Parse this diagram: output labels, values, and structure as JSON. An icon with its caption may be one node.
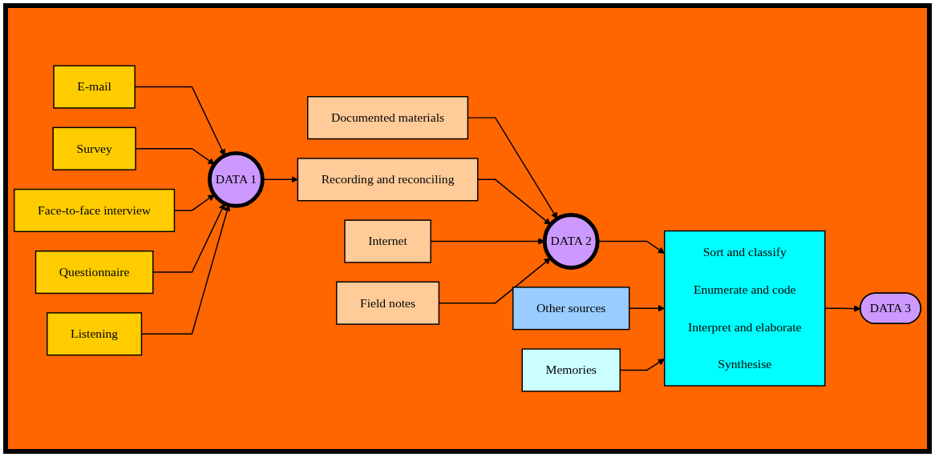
{
  "diagram": {
    "nodes": [
      {
        "text": [
          "E-mail"
        ]
      },
      {
        "text": [
          "Survey"
        ]
      },
      {
        "text": [
          "Face-to-face interview"
        ]
      },
      {
        "text": [
          "Questionnaire"
        ]
      },
      {
        "text": [
          "Listening"
        ]
      },
      {
        "text": [
          "DATA 1"
        ]
      },
      {
        "text": [
          "Documented materials"
        ]
      },
      {
        "text": [
          "Recording and reconciling"
        ]
      },
      {
        "text": [
          "Internet"
        ]
      },
      {
        "text": [
          "DATA 2"
        ]
      },
      {
        "text": [
          "Field notes"
        ]
      },
      {
        "text": [
          "Sort and classify",
          "Enumerate and code",
          "Interpret and elaborate",
          "Synthesise"
        ]
      },
      {
        "text": [
          "DATA 3"
        ]
      },
      {
        "text": [
          "Other sources"
        ]
      },
      {
        "text": [
          "Memories"
        ]
      }
    ],
    "edges": [
      {
        "from": 0,
        "to": 5,
        "arrow": "to"
      },
      {
        "from": 1,
        "to": 5,
        "arrow": "to"
      },
      {
        "from": 2,
        "to": 5,
        "arrow": "to"
      },
      {
        "from": 3,
        "to": 5,
        "arrow": "to"
      },
      {
        "from": 4,
        "to": 5,
        "arrow": "to"
      },
      {
        "from": 5,
        "to": 7,
        "arrow": "to"
      },
      {
        "from": 6,
        "to": 9,
        "arrow": "to"
      },
      {
        "from": 7,
        "to": 9,
        "arrow": "to"
      },
      {
        "from": 8,
        "to": 9,
        "arrow": "to"
      },
      {
        "from": 10,
        "to": 9,
        "arrow": "to"
      },
      {
        "from": 9,
        "to": 11,
        "arrow": "to"
      },
      {
        "from": 11,
        "to": 12,
        "arrow": "to"
      },
      {
        "from": 13,
        "to": 11,
        "arrow": "to"
      },
      {
        "from": 14,
        "to": 11,
        "arrow": "to"
      }
    ]
  }
}
